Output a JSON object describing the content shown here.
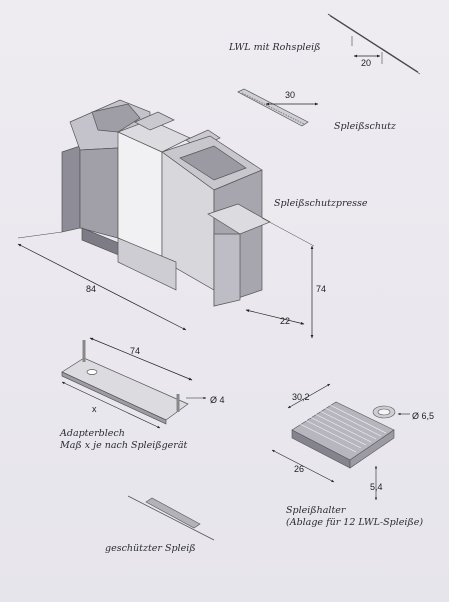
{
  "labels": {
    "lwl_splice": "LWL mit Rohspleiß",
    "splice_protector": "Spleißschutz",
    "splice_press": "Spleißschutzpresse",
    "adapter_plate": "Adapterblech",
    "adapter_note": "Maß x je nach Spleißgerät",
    "splice_holder": "Spleißhalter",
    "splice_holder_note": "(Ablage für 12 LWL-Spleiße)",
    "protected_splice": "geschützter Spleiß"
  },
  "dimensions": {
    "lwl_length": "20",
    "protector_length": "30",
    "press_length": "84",
    "press_height": "74",
    "press_depth": "22",
    "plate_length": "74",
    "plate_x": "x",
    "pin_diameter": "Ø 4",
    "holder_width": "30,2",
    "holder_hole": "Ø 6,5",
    "holder_depth": "26",
    "holder_height": "5,4"
  }
}
